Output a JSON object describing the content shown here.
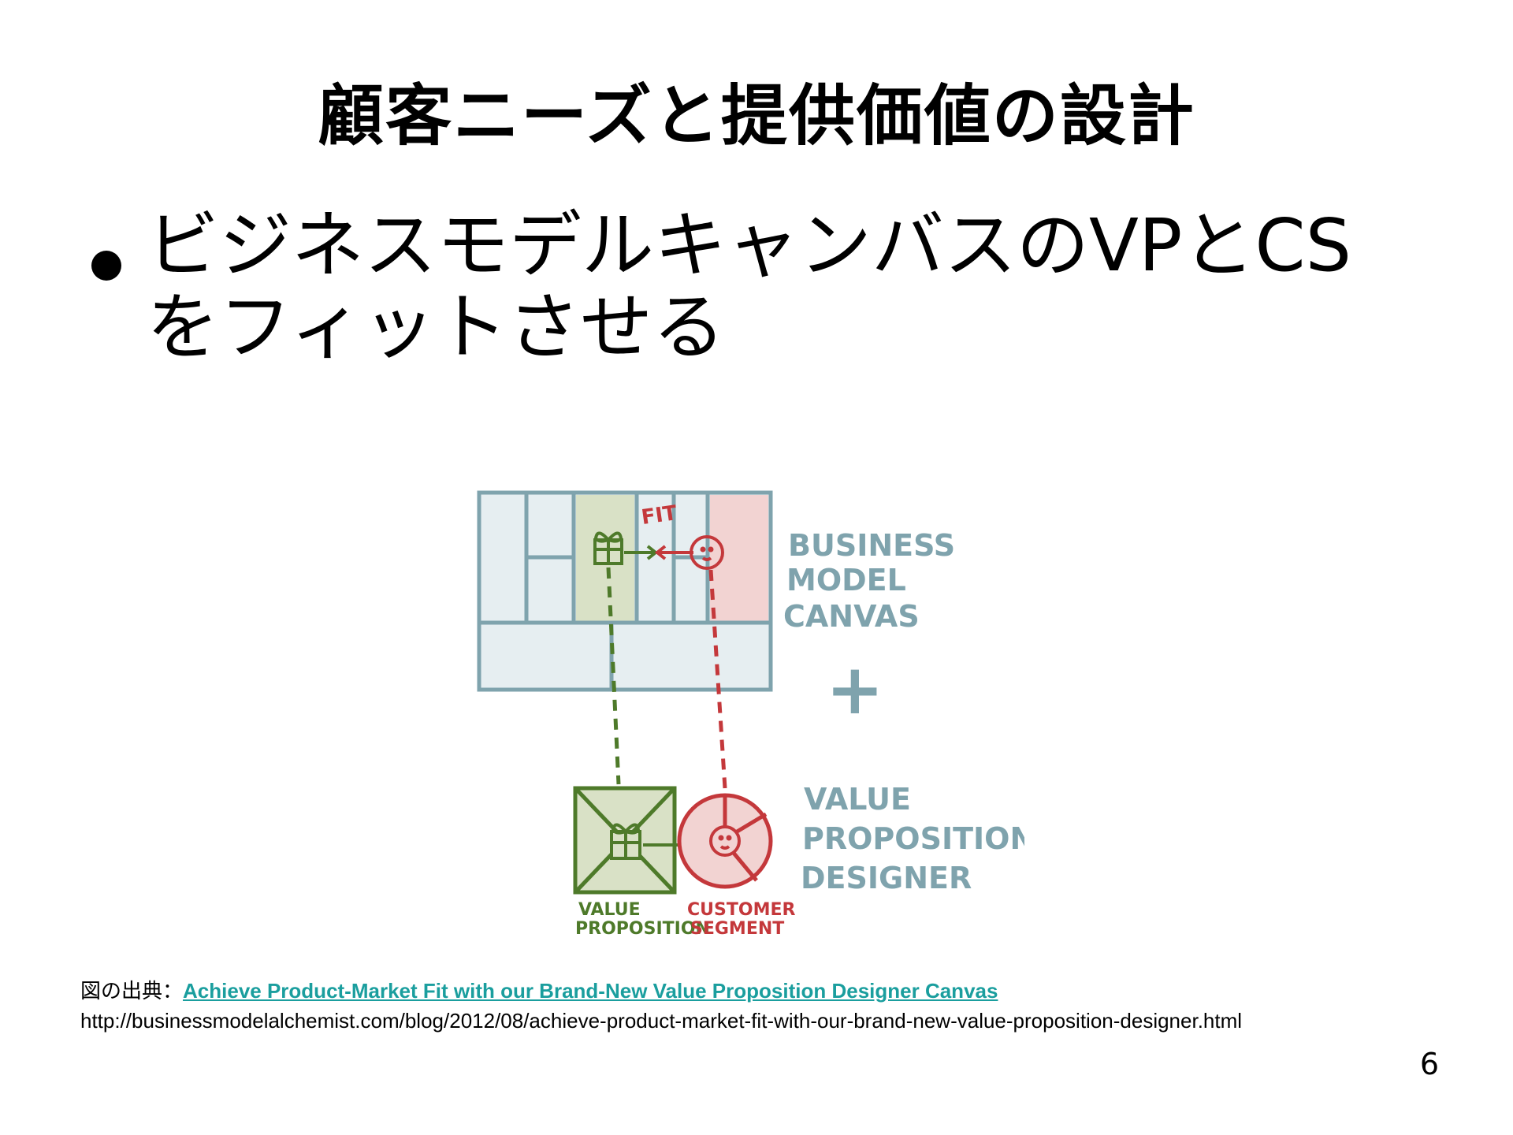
{
  "slide": {
    "title": "顧客ニーズと提供価値の設計",
    "bullet": "ビジネスモデルキャンバスのVPとCSをフィットさせる",
    "page_number": "6"
  },
  "figure": {
    "fit_label": "FIT",
    "bmc_lines": [
      "BUSINESS",
      "MODEL",
      "CANVAS"
    ],
    "plus": "+",
    "vpd_lines": [
      "VALUE",
      "PROPOSITION",
      "DESIGNER"
    ],
    "vp_lines": [
      "VALUE",
      "PROPOSITION"
    ],
    "cs_lines": [
      "CUSTOMER",
      "SEGMENT"
    ],
    "colors": {
      "canvas": "#7fa3ad",
      "canvas_fill": "#e6eef1",
      "green": "#4e7a2a",
      "green_fill": "#d9e1c6",
      "red": "#c4383b",
      "red_fill": "#f2d3d2",
      "label_blue": "#7fa3ad"
    }
  },
  "source": {
    "prefix": "図の出典：",
    "link_text": "Achieve Product-Market Fit with our Brand-New Value Proposition Designer Canvas",
    "url": "http://businessmodelalchemist.com/blog/2012/08/achieve-product-market-fit-with-our-brand-new-value-proposition-designer.html"
  }
}
